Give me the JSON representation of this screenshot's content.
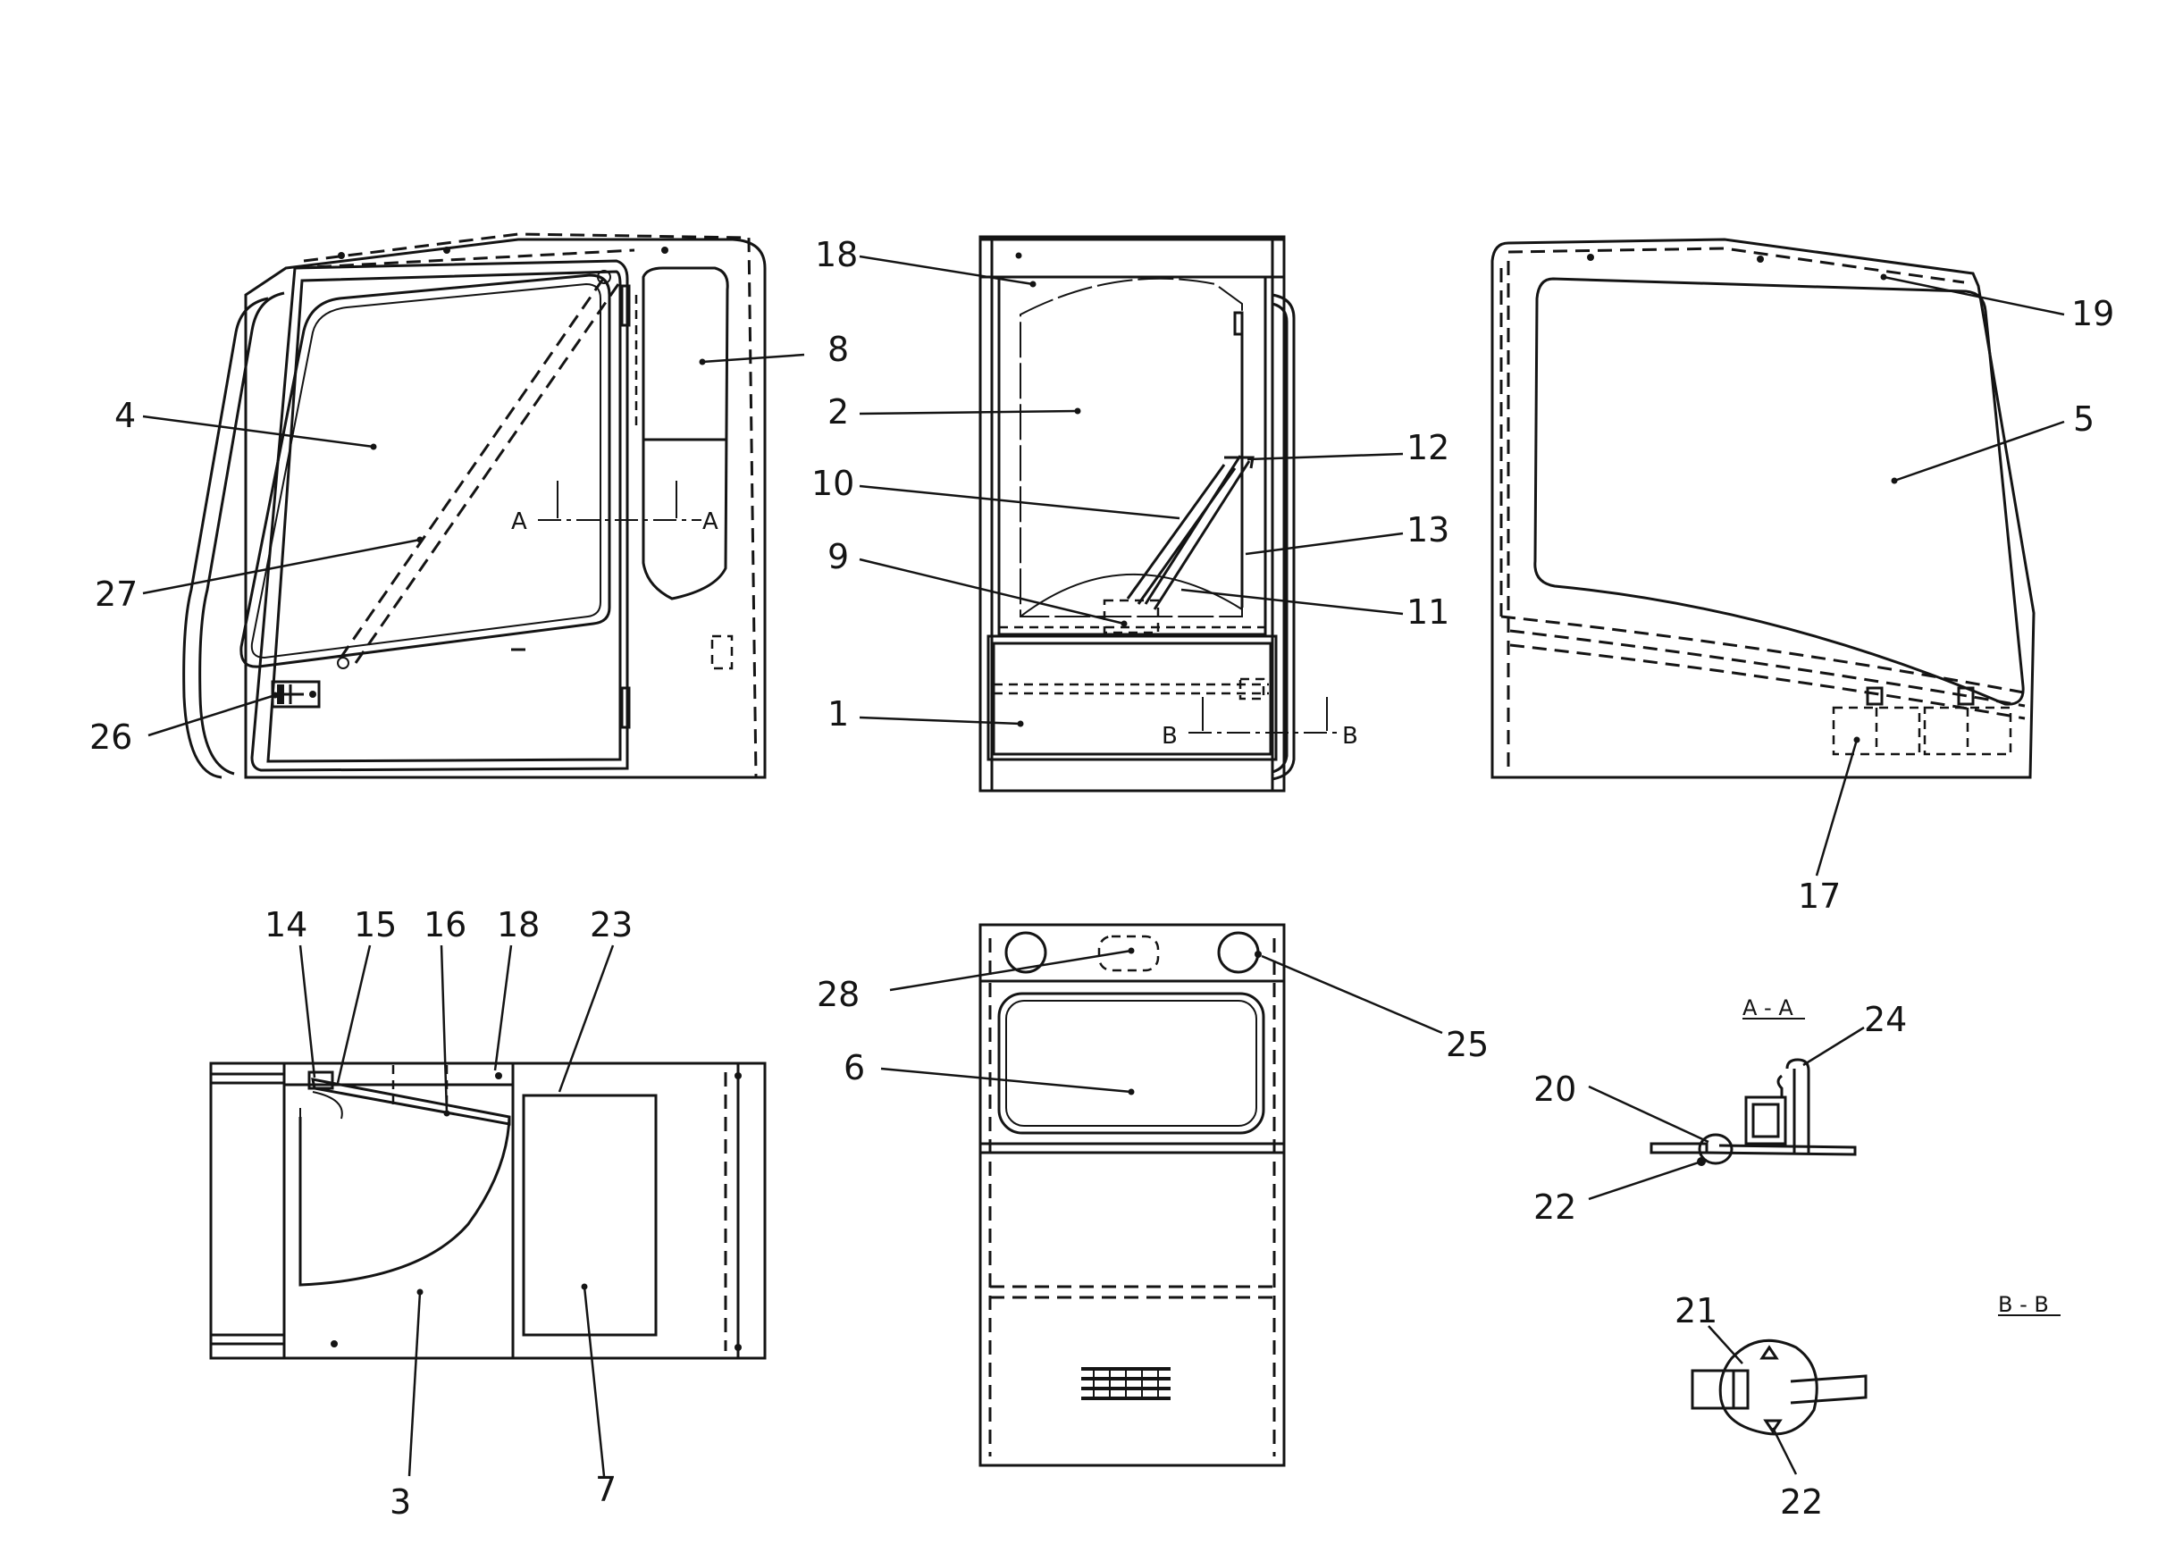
{
  "callouts": {
    "c1": "1",
    "c2": "2",
    "c3": "3",
    "c4": "4",
    "c5": "5",
    "c6": "6",
    "c7": "7",
    "c8": "8",
    "c9": "9",
    "c10": "10",
    "c11": "11",
    "c12": "12",
    "c13": "13",
    "c14": "14",
    "c15": "15",
    "c16": "16",
    "c17": "17",
    "c18a": "18",
    "c18b": "18",
    "c19": "19",
    "c20": "20",
    "c21": "21",
    "c22a": "22",
    "c22b": "22",
    "c23": "23",
    "c24": "24",
    "c25": "25",
    "c26": "26",
    "c27": "27",
    "c28": "28"
  },
  "section_marks": {
    "a_left": "A",
    "a_right": "A",
    "b_left": "B",
    "b_right": "B",
    "detail_aa": "A - A",
    "detail_bb": "B - B"
  }
}
